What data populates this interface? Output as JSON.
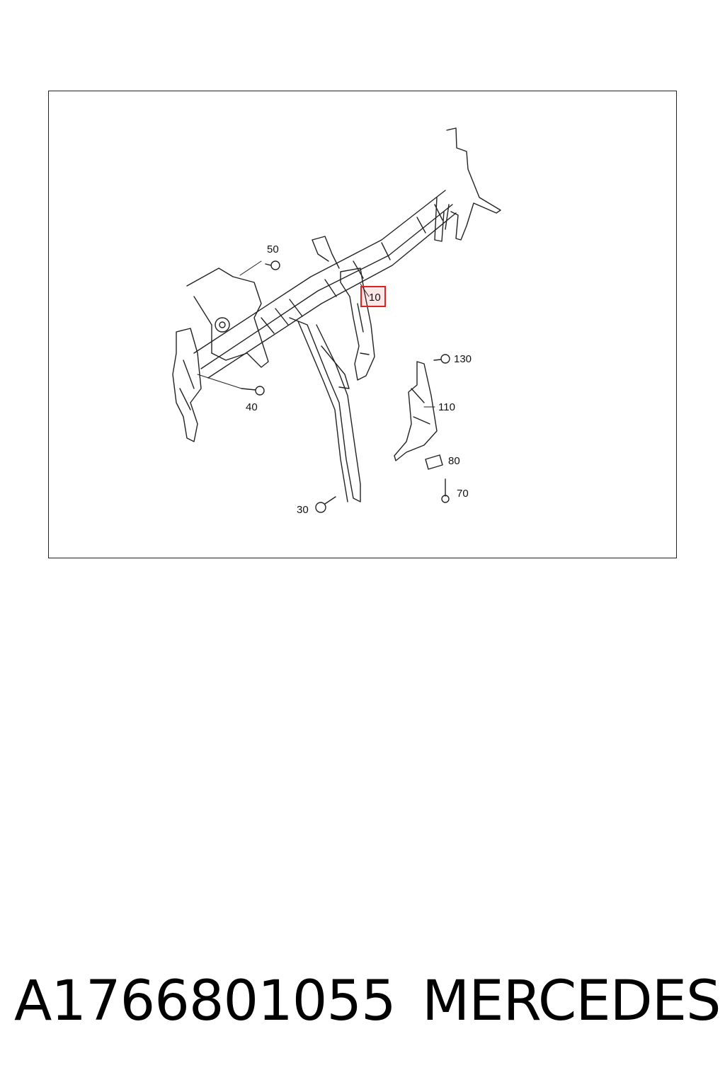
{
  "diagram": {
    "callouts": {
      "c10": "10",
      "c30": "30",
      "c40": "40",
      "c50": "50",
      "c70": "70",
      "c80": "80",
      "c110": "110",
      "c130": "130"
    },
    "highlighted_callout": "10",
    "colors": {
      "line": "#222222",
      "highlight": "#dd2222"
    }
  },
  "footer": {
    "part_number": "A1766801055",
    "brand": "MERCEDES"
  }
}
